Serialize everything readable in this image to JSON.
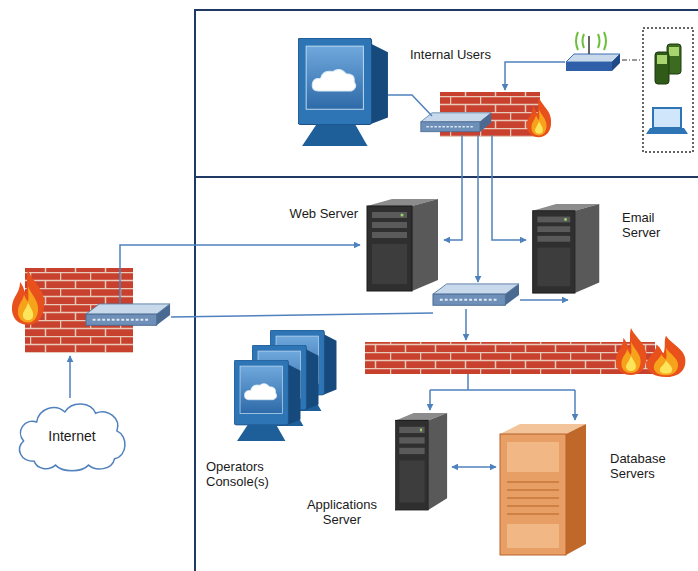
{
  "diagram": {
    "nodes": [
      {
        "text": [
          "Internal Users"
        ]
      },
      {
        "text": [
          "Web Server"
        ]
      },
      {
        "text": [
          "Email Server"
        ]
      },
      {
        "text": [
          "Internet"
        ]
      },
      {
        "text": [
          "Operators Console(s)"
        ]
      },
      {
        "text": [
          "Applications Server"
        ]
      },
      {
        "text": [
          "Database Servers"
        ]
      }
    ],
    "edges": [
      {
        "from": 5,
        "to": 6,
        "arrow": "both"
      }
    ]
  }
}
